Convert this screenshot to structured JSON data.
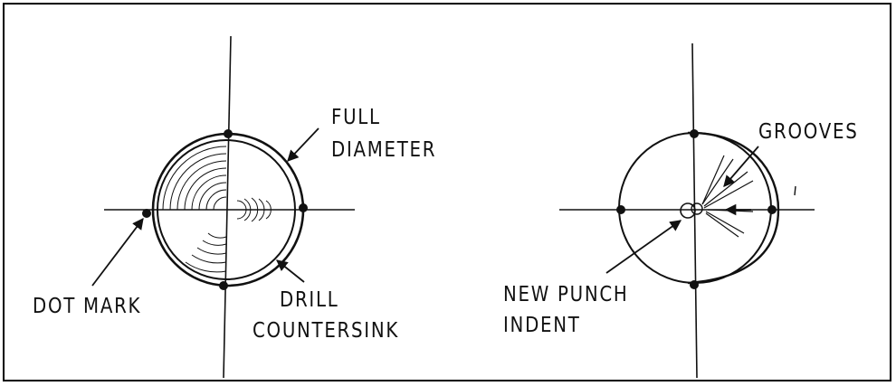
{
  "left_diagram": {
    "labels": {
      "full": "FULL",
      "diameter": "DIAMETER",
      "drill": "DRILL",
      "countersink": "COUNTERSINK",
      "dot_mark": "DOT MARK"
    }
  },
  "right_diagram": {
    "labels": {
      "grooves": "GROOVES",
      "new_punch": "NEW PUNCH",
      "indent": "INDENT"
    }
  },
  "colors": {
    "ink": "#111111",
    "background": "#ffffff"
  }
}
